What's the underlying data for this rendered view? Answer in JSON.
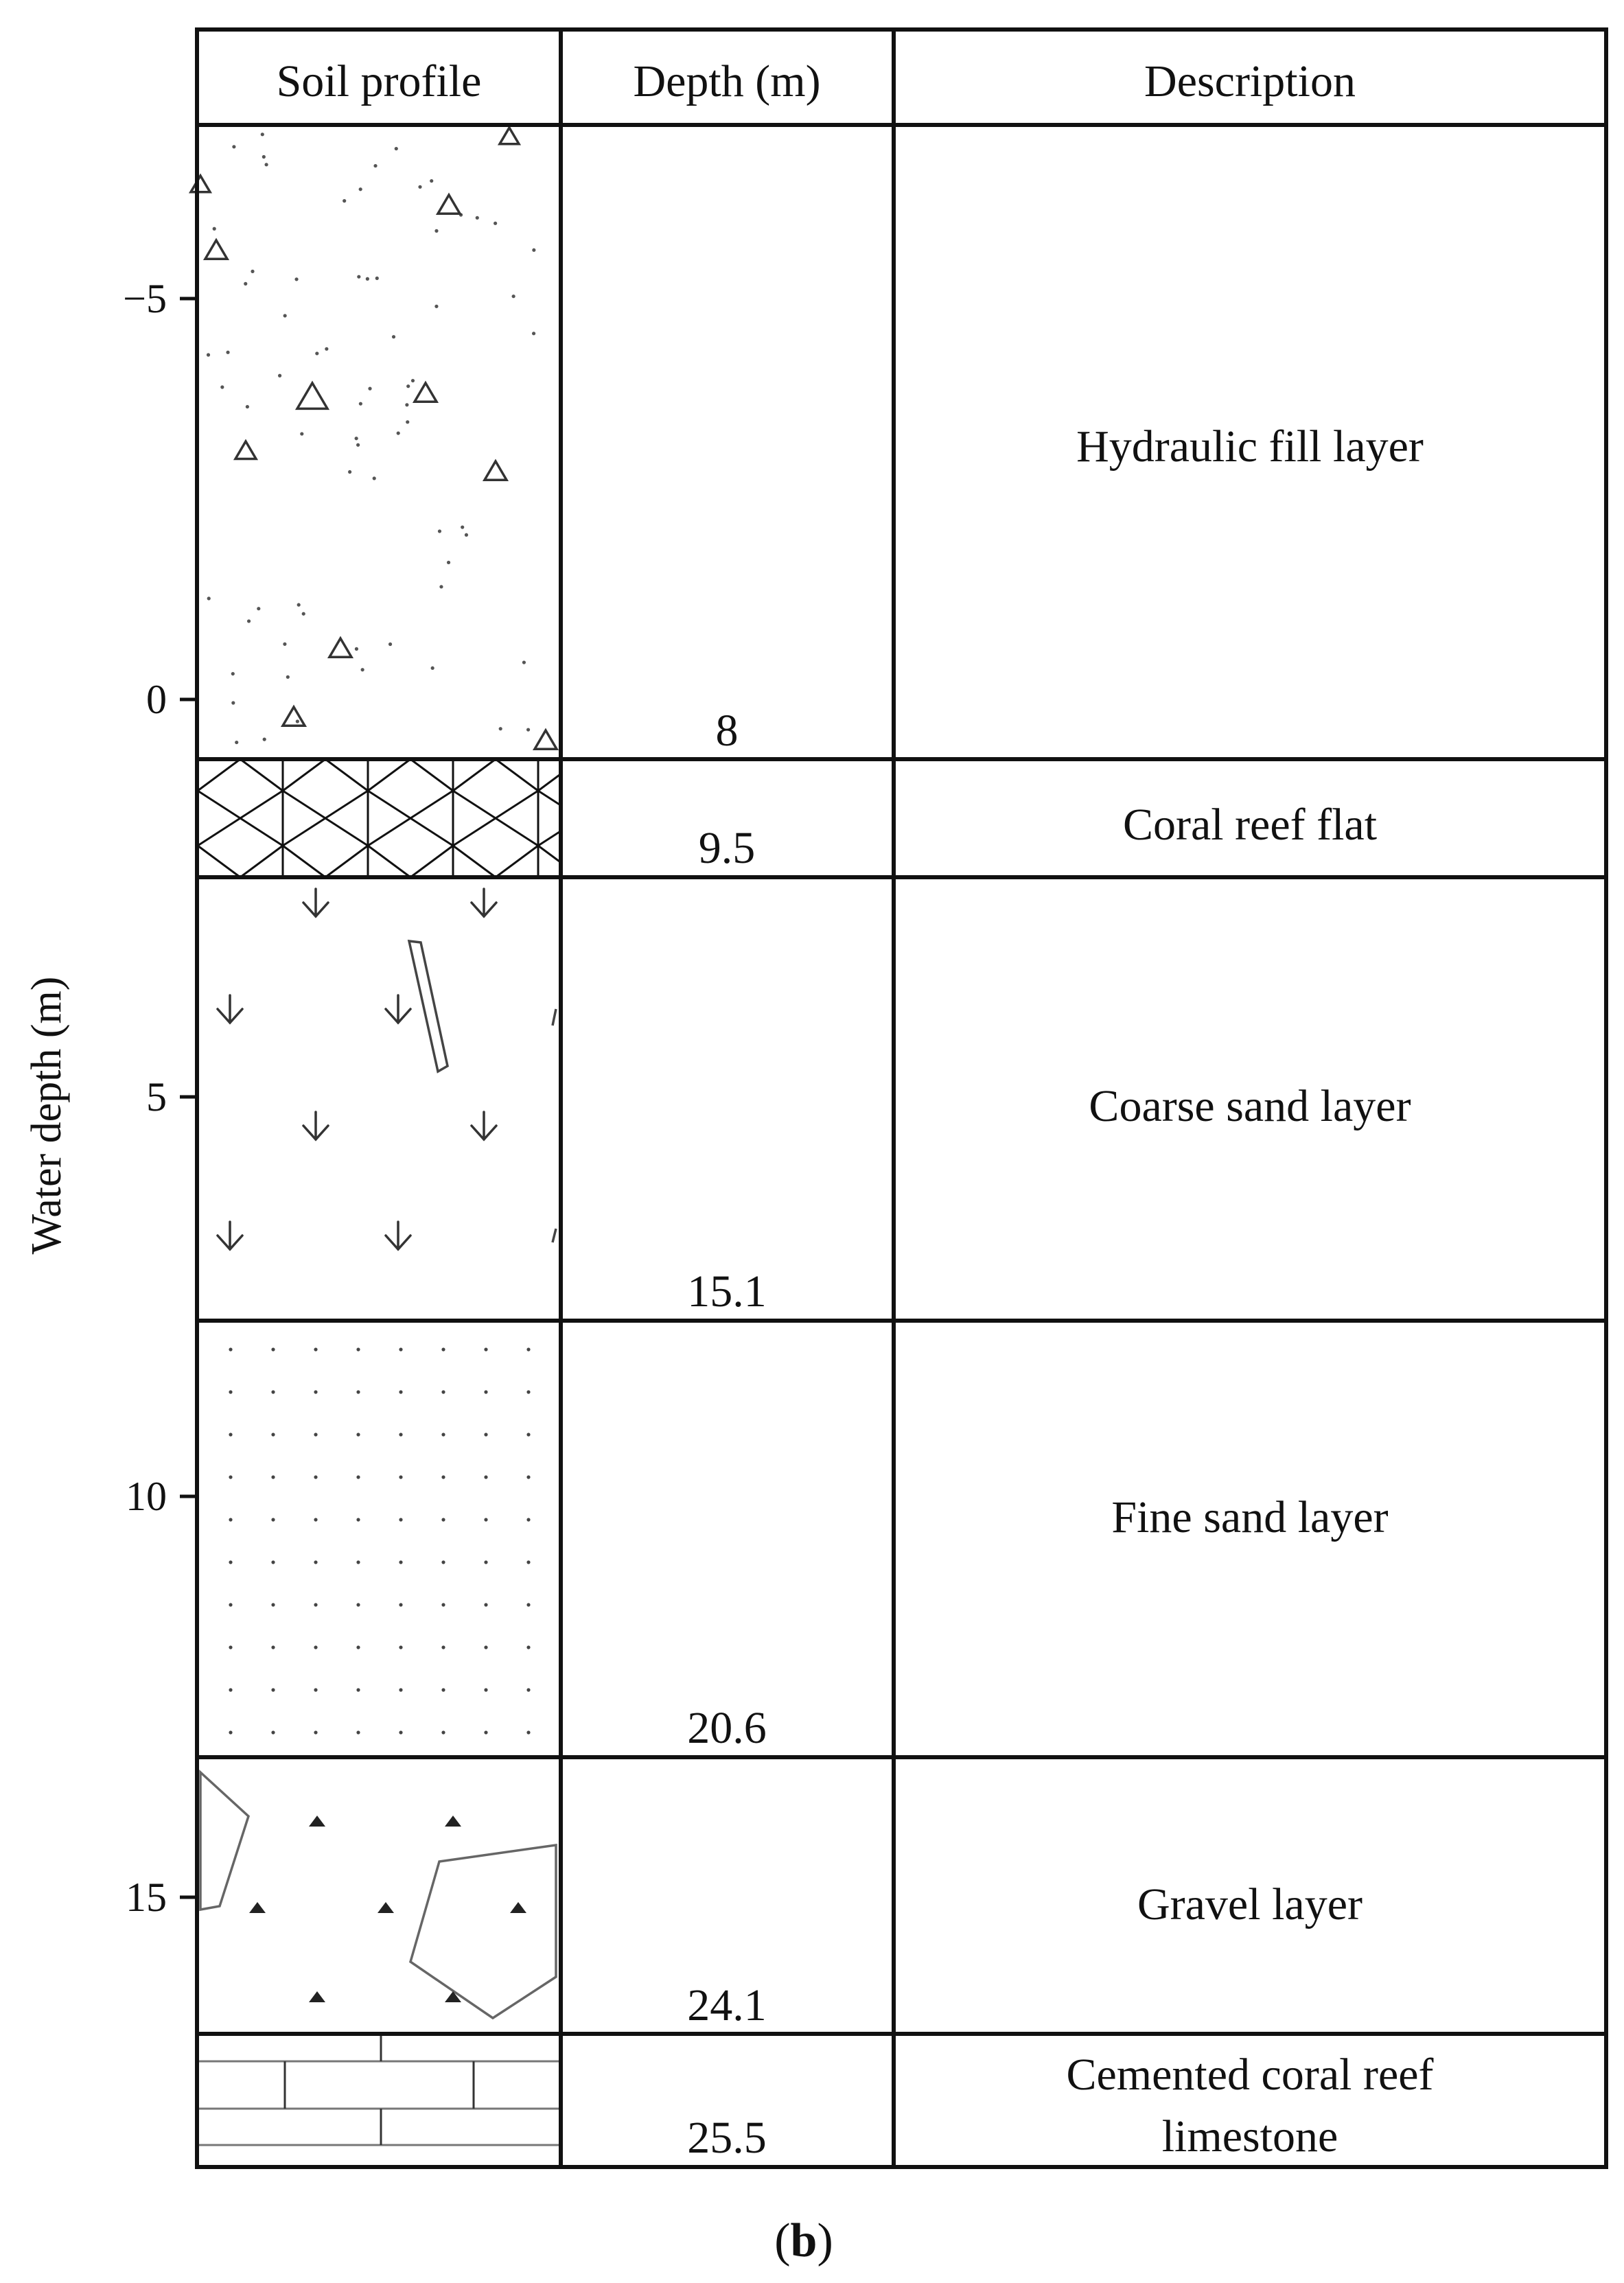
{
  "table": {
    "headers": [
      "Soil profile",
      "Depth (m)",
      "Description"
    ]
  },
  "layers": [
    {
      "depth": "8",
      "description": [
        "Hydraulic fill layer"
      ],
      "pattern": "triangles"
    },
    {
      "depth": "9.5",
      "description": [
        "Coral reef flat"
      ],
      "pattern": "coral-grid"
    },
    {
      "depth": "15.1",
      "description": [
        "Coarse sand layer"
      ],
      "pattern": "arrows"
    },
    {
      "depth": "20.6",
      "description": [
        "Fine sand layer"
      ],
      "pattern": "dots"
    },
    {
      "depth": "24.1",
      "description": [
        "Gravel layer"
      ],
      "pattern": "gravel"
    },
    {
      "depth": "25.5",
      "description": [
        "Cemented coral reef",
        "limestone"
      ],
      "pattern": "bricks"
    }
  ],
  "axis": {
    "label": "Water depth (m)",
    "ticks": [
      "−5",
      "0",
      "5",
      "10",
      "15"
    ]
  },
  "caption": {
    "open": "(",
    "letter": "b",
    "close": ")"
  }
}
